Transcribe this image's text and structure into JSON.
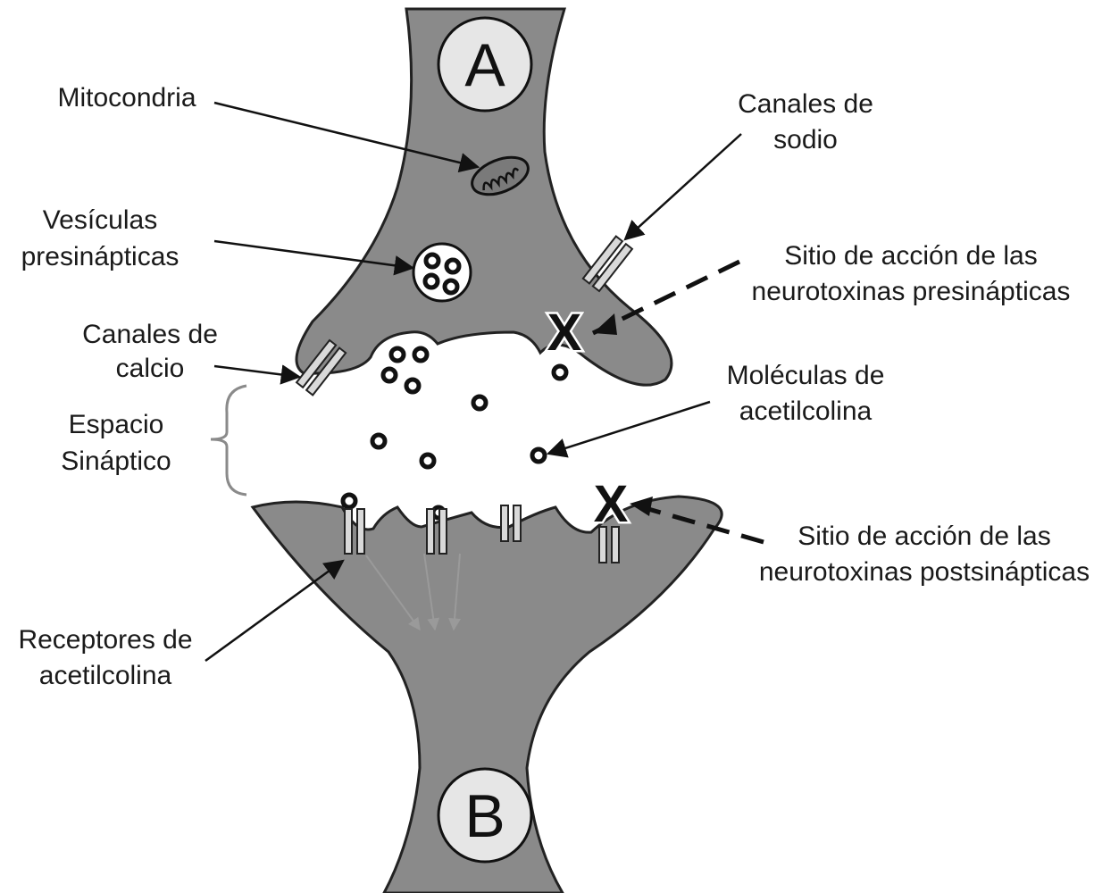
{
  "neurons": {
    "presynaptic_letter": "A",
    "postsynaptic_letter": "B"
  },
  "labels": {
    "mitochondria": "Mitocondria",
    "vesicles": [
      "Vesículas",
      "presinápticas"
    ],
    "calcium_channels": [
      "Canales de",
      "calcio"
    ],
    "synaptic_space": [
      "Espacio",
      "Sináptico"
    ],
    "receptors": [
      "Receptores de",
      "acetilcolina"
    ],
    "sodium_channels": [
      "Canales de",
      "sodio"
    ],
    "presynaptic_site": [
      "Sitio de acción de las",
      "neurotoxinas presinápticas"
    ],
    "acetylcholine_molecules": [
      "Moléculas de",
      "acetilcolina"
    ],
    "postsynaptic_site": [
      "Sitio de acción de las",
      "neurotoxinas postsinápticas"
    ]
  },
  "markers": {
    "block_symbol": "X"
  },
  "colors": {
    "cell_fill": "#8a8a8a",
    "outline": "#222222",
    "background": "#ffffff"
  }
}
